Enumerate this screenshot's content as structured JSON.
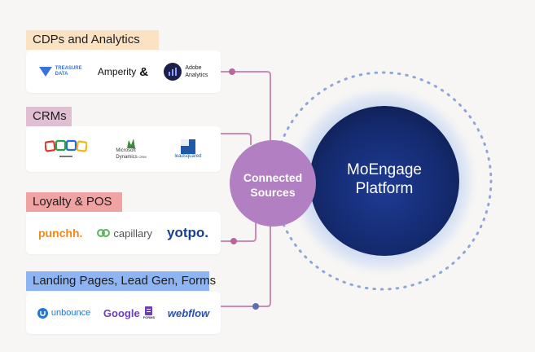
{
  "categories": [
    {
      "label": "CDPs and Analytics",
      "color": "#fbe2c3",
      "logos": [
        {
          "name": "TREASURE",
          "name2": "DATA"
        },
        {
          "name": "Amperity"
        },
        {
          "name": "Adobe",
          "name2": "Analytics"
        }
      ]
    },
    {
      "label": "CRMs",
      "color": "#e0bfd3",
      "logos": [
        {
          "name": "zoho"
        },
        {
          "name": "Microsoft",
          "name2": "Dynamics",
          "name3": "CRM"
        },
        {
          "name": "leadsquared"
        }
      ]
    },
    {
      "label": "Loyalty & POS",
      "color": "#f0a3a3",
      "logos": [
        {
          "name": "punchh."
        },
        {
          "name": "capillary"
        },
        {
          "name": "yotpo."
        }
      ]
    },
    {
      "label": "Landing Pages, Lead Gen, Forms",
      "color": "#8fb4f2",
      "logos": [
        {
          "name": "unbounce"
        },
        {
          "name": "Google",
          "name2": "FORMS"
        },
        {
          "name": "webflow"
        }
      ]
    }
  ],
  "hub": {
    "line1": "Connected",
    "line2": "Sources",
    "color": "#b27fc3"
  },
  "platform": {
    "line1": "MoEngage",
    "line2": "Platform"
  },
  "colors": {
    "wire": "#c98cb5",
    "dot": "#b9679b",
    "dot_blue": "#5d6fb0",
    "dotted_ring": "#8fa6d6",
    "page_bg": "#f7f6f4"
  }
}
